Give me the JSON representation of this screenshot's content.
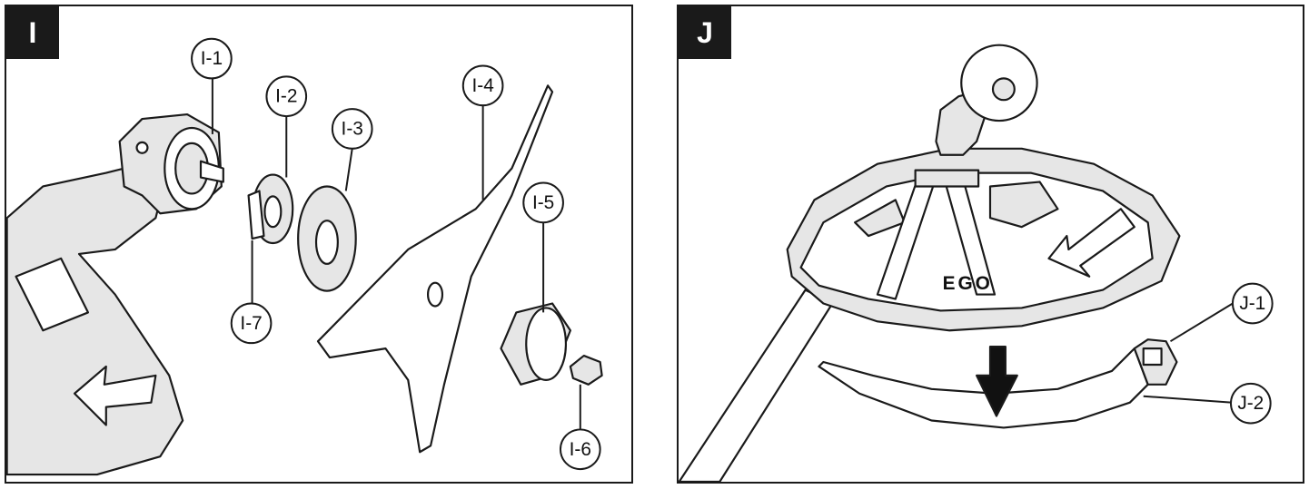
{
  "panel_i": {
    "tag": "I",
    "callouts": {
      "i1": "I-1",
      "i2": "I-2",
      "i3": "I-3",
      "i4": "I-4",
      "i5": "I-5",
      "i6": "I-6",
      "i7": "I-7"
    }
  },
  "panel_j": {
    "tag": "J",
    "brand_logo": "EGO",
    "callouts": {
      "j1": "J-1",
      "j2": "J-2"
    }
  },
  "colors": {
    "ink": "#1a1a1a",
    "part_fill": "#e6e6e6",
    "background": "#ffffff"
  },
  "icons": [
    "down-arrow",
    "direction-arrow"
  ]
}
